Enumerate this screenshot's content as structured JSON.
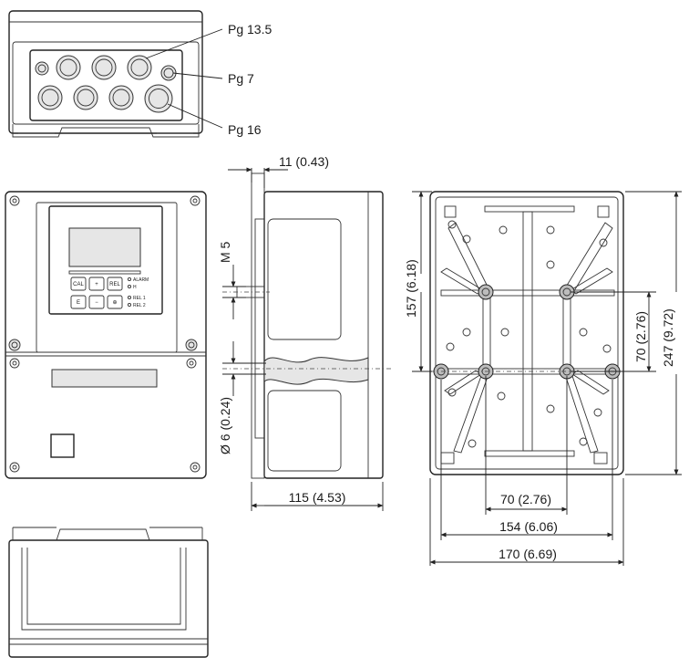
{
  "glands": {
    "pg13_5": "Pg 13.5",
    "pg7": "Pg 7",
    "pg16": "Pg 16"
  },
  "front_panel": {
    "cal_key": "CAL",
    "plus_key": "+",
    "rel_key": "REL",
    "e_key": "E",
    "minus_key": "−",
    "enter_key": "⊕",
    "alarm_led": "ALARM",
    "hold_led": "H",
    "rel1_led": "REL 1",
    "rel2_led": "REL 2"
  },
  "dimensions": {
    "offset_11": "11 (0.43)",
    "thread": "M 5",
    "hole": "Ø 6 (0.24)",
    "depth_115": "115 (4.53)",
    "height_157": "157 (6.18)",
    "v_pitch_70": "70 (2.76)",
    "h_pitch_70": "70 (2.76)",
    "height_247": "247 (9.72)",
    "width_154": "154 (6.06)",
    "width_170": "170 (6.69)"
  },
  "colors": {
    "line": "#222222",
    "fill_light": "#e6e6e6",
    "fill_dark": "#bdbdbd",
    "background": "#ffffff"
  }
}
